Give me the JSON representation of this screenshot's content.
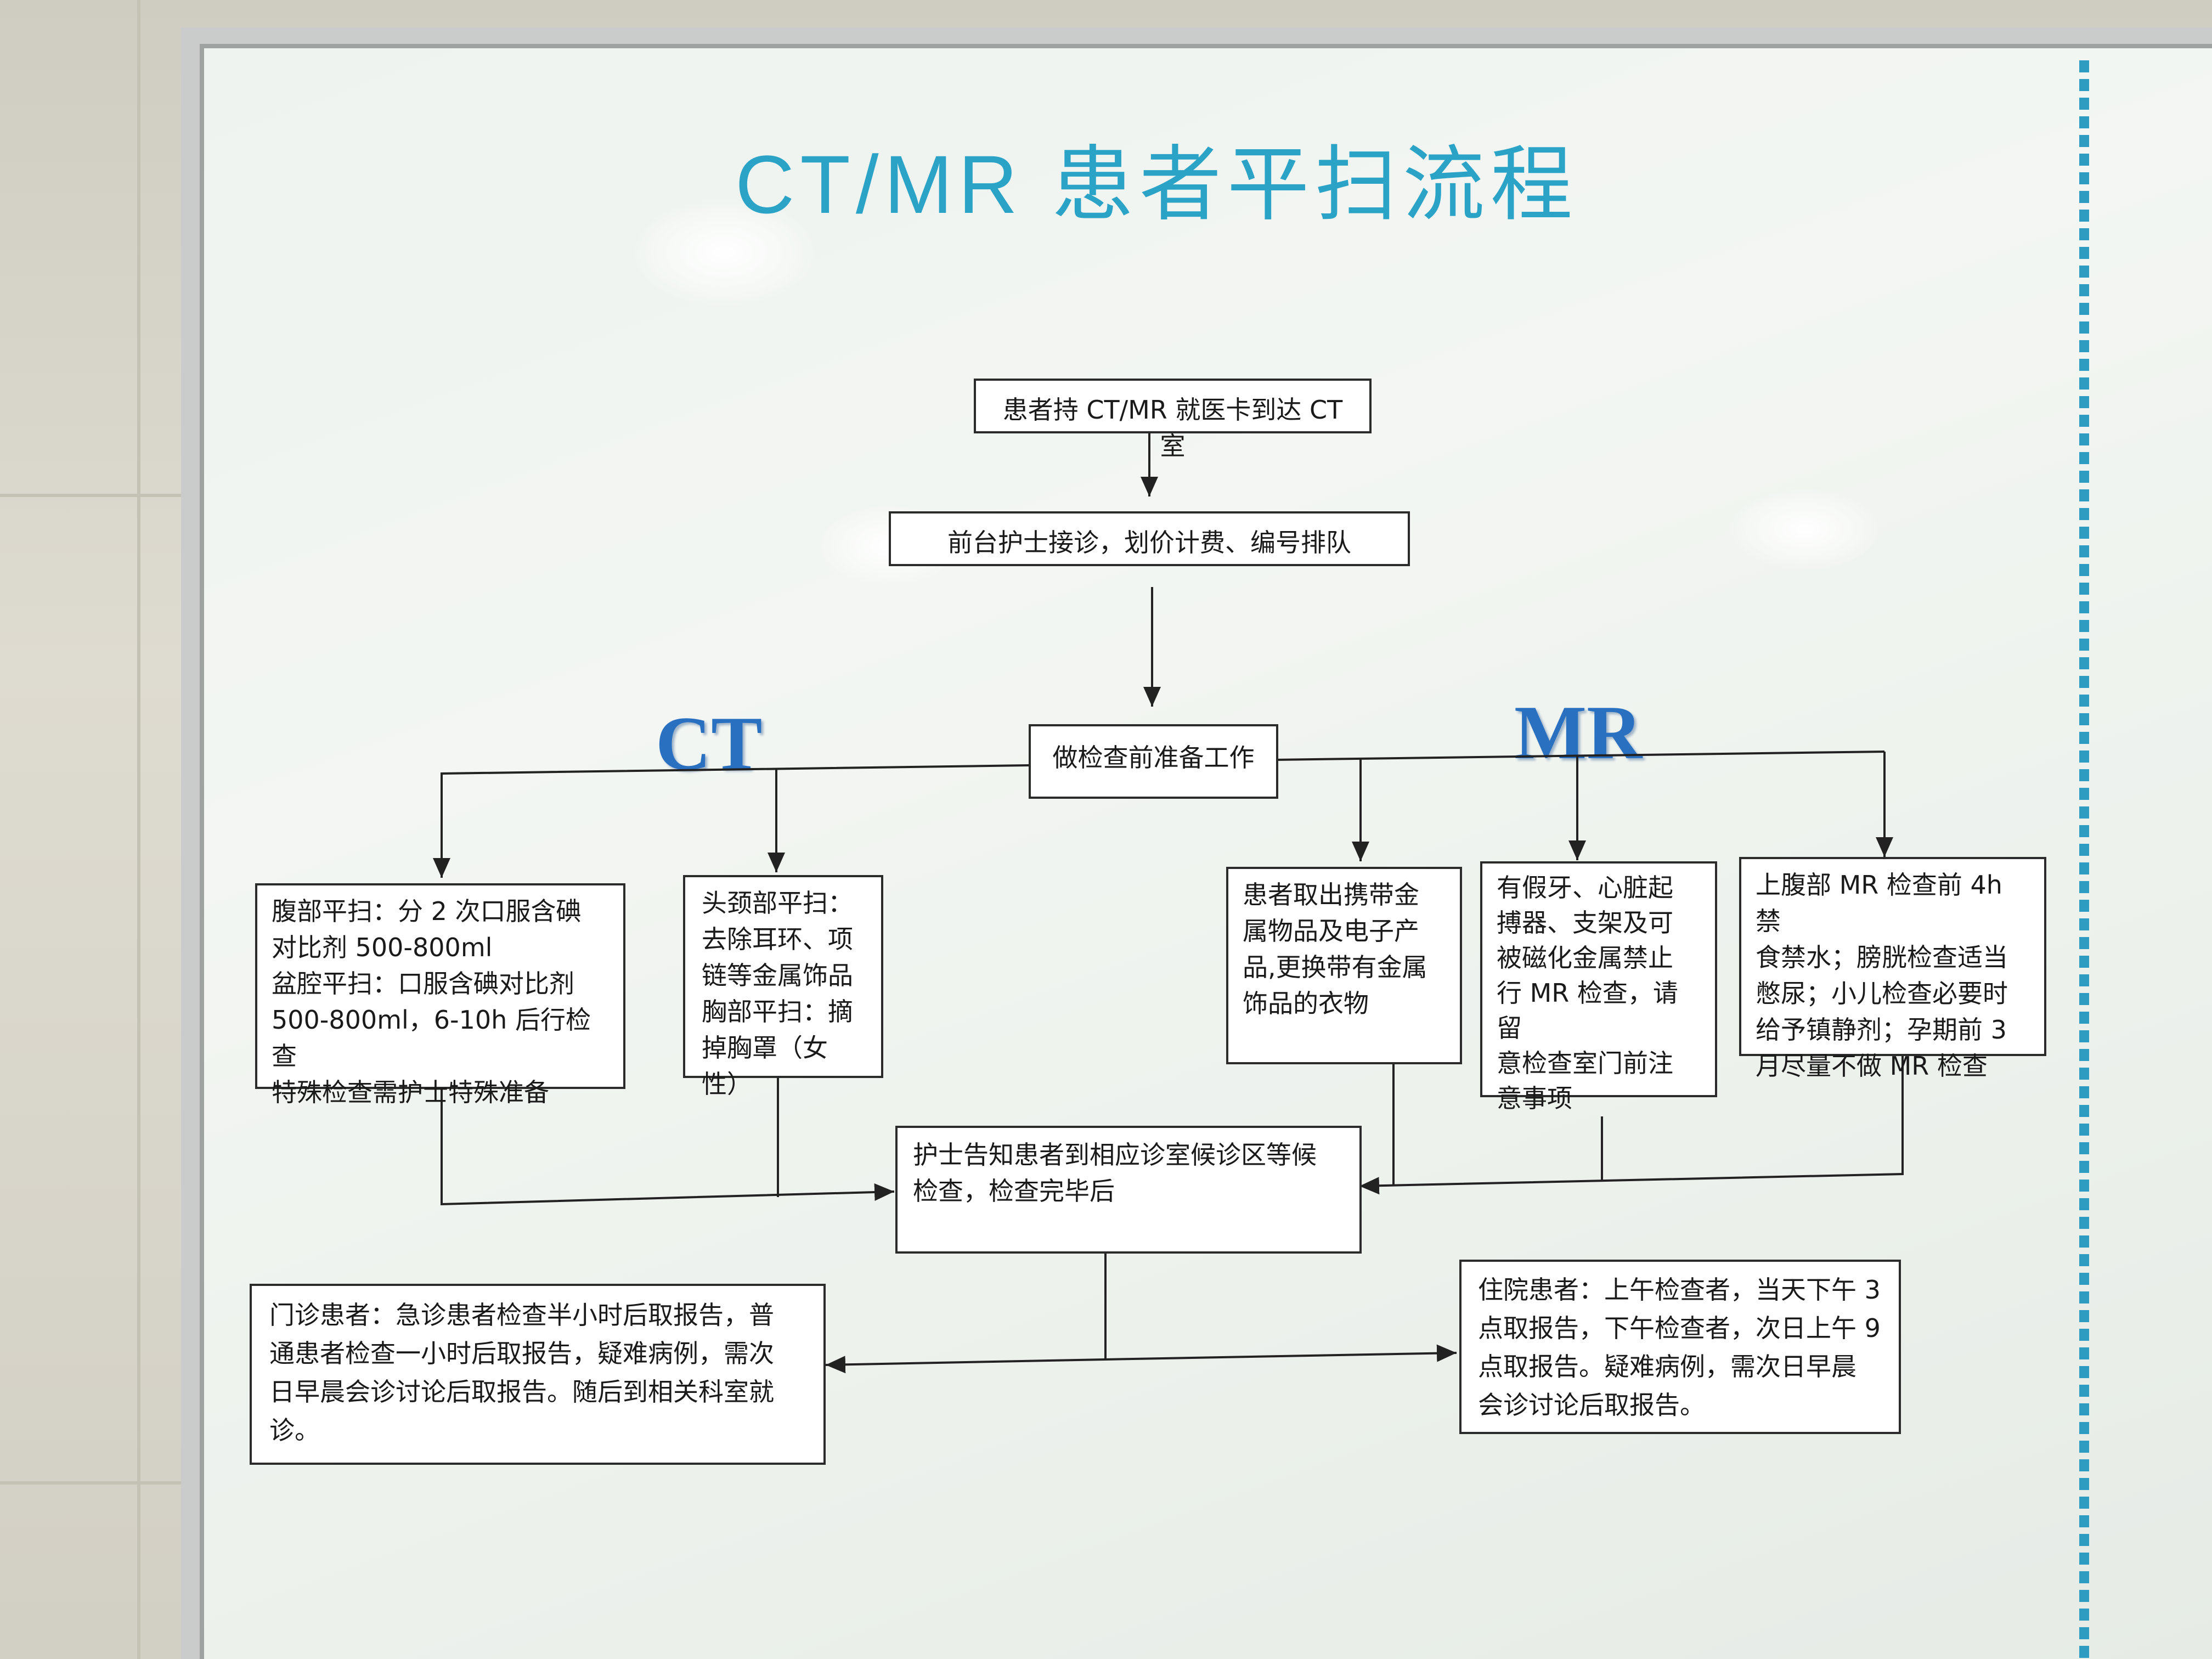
{
  "poster": {
    "title": "CT/MR 患者平扫流程",
    "ct_label": "CT",
    "mr_label": "MR"
  },
  "steps": {
    "arrive": "患者持 CT/MR 就医卡到达 CT 室",
    "reception": "前台护士接诊，划价计费、编号排队",
    "prepare": "做检查前准备工作",
    "wait": "护士告知患者到相应诊室候诊区等候\n检查，检查完毕后"
  },
  "ct_branch": {
    "abdomen_pelvis": "腹部平扫：分 2 次口服含碘\n对比剂 500-800ml\n盆腔平扫：口服含碘对比剂\n500-800ml，6-10h 后行检查\n特殊检查需护士特殊准备",
    "head_chest": "头颈部平扫：\n去除耳环、项\n链等金属饰品\n胸部平扫：摘\n掉胸罩（女性）"
  },
  "mr_branch": {
    "metal": "患者取出携带金\n属物品及电子产\n品,更换带有金属\n饰品的衣物",
    "implants": "有假牙、心脏起\n搏器、支架及可\n被磁化金属禁止\n行 MR 检查，请留\n意检查室门前注\n意事项",
    "upper_abdomen": "上腹部 MR 检查前 4h 禁\n食禁水；膀胱检查适当\n憋尿；小儿检查必要时\n给予镇静剂；孕期前 3\n月尽量不做 MR 检查"
  },
  "reports": {
    "outpatient": "门诊患者：急诊患者检查半小时后取报告，普\n通患者检查一小时后取报告，疑难病例，需次\n日早晨会诊讨论后取报告。随后到相关科室就\n诊。",
    "inpatient": "住院患者：上午检查者，当天下午 3\n点取报告，下午检查者，次日上午 9\n点取报告。疑难病例，需次日早晨\n会诊讨论后取报告。"
  },
  "colors": {
    "title": "#2aa3c7",
    "branch_label": "#2a70c0",
    "dashed_border": "#2e9cc0",
    "board": "#eef3ef"
  }
}
